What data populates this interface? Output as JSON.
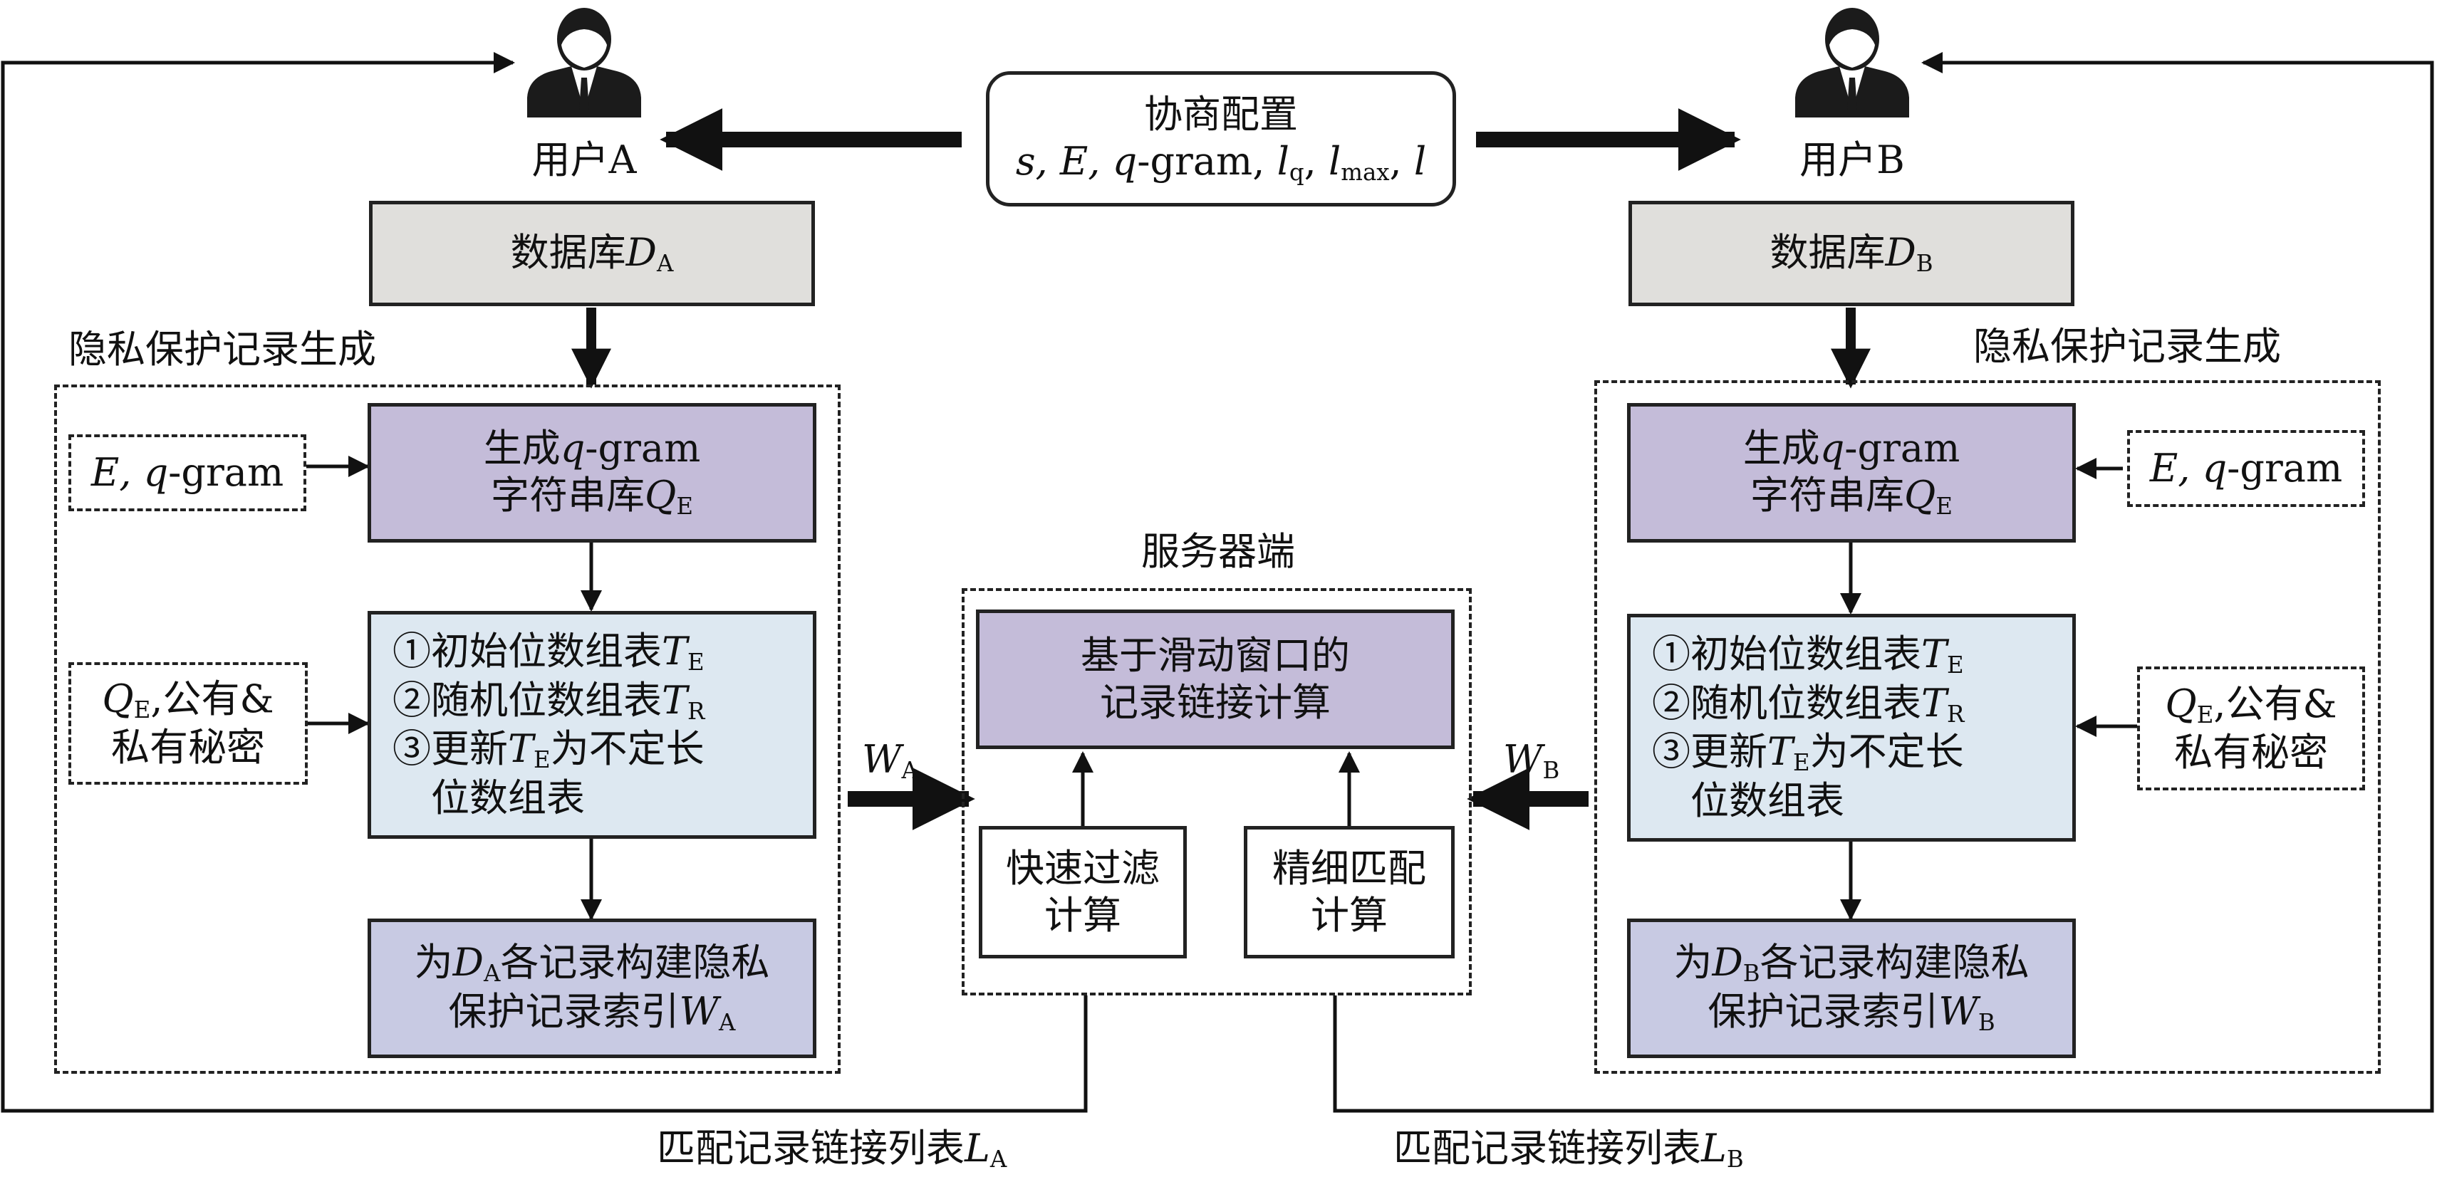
{
  "users": {
    "a": {
      "label": "用户A"
    },
    "b": {
      "label": "用户B"
    }
  },
  "negotiation": {
    "title": "协商配置",
    "params_prefix": "s, E, ",
    "params_q": "q",
    "params_mid": "-gram, ",
    "l_q": "l",
    "l_q_sub": "q",
    "l_max": "l",
    "l_max_sub": "max",
    "l_last": "l"
  },
  "side_a": {
    "database": {
      "prefix": "数据库",
      "var": "D",
      "sub": "A"
    },
    "region_title": "隐私保护记录生成",
    "input_1": {
      "var": "E,",
      "q": " q",
      "suffix": "-gram"
    },
    "gen_box": {
      "line1_prefix": "生成",
      "line1_q": "q",
      "line1_suffix": "-gram",
      "line2_prefix": "字符串库",
      "line2_var": "Q",
      "line2_sub": "E"
    },
    "input_2": {
      "var": "Q",
      "sub": "E",
      "line1_suffix": ",公有&",
      "line2": "私有秘密"
    },
    "steps": {
      "s1_prefix": "①初始位数组表",
      "s1_var": "T",
      "s1_sub": "E",
      "s2_prefix": "②随机位数组表",
      "s2_var": "T",
      "s2_sub": "R",
      "s3_prefix": "③更新",
      "s3_var": "T",
      "s3_sub": "E",
      "s3_suffix": "为不定长",
      "s4": "位数组表"
    },
    "index_box": {
      "line1_prefix": "为",
      "line1_var": "D",
      "line1_sub": "A",
      "line1_suffix": "各记录构建隐私",
      "line2_prefix": "保护记录索引",
      "line2_var": "W",
      "line2_sub": "A"
    },
    "w_label": {
      "var": "W",
      "sub": "A"
    },
    "result": {
      "prefix": "匹配记录链接列表",
      "var": "L",
      "sub": "A"
    }
  },
  "side_b": {
    "database": {
      "prefix": "数据库",
      "var": "D",
      "sub": "B"
    },
    "region_title": "隐私保护记录生成",
    "input_1": {
      "var": "E,",
      "q": " q",
      "suffix": "-gram"
    },
    "gen_box": {
      "line1_prefix": "生成",
      "line1_q": "q",
      "line1_suffix": "-gram",
      "line2_prefix": "字符串库",
      "line2_var": "Q",
      "line2_sub": "E"
    },
    "input_2": {
      "var": "Q",
      "sub": "E",
      "line1_suffix": ",公有&",
      "line2": "私有秘密"
    },
    "steps": {
      "s1_prefix": "①初始位数组表",
      "s1_var": "T",
      "s1_sub": "E",
      "s2_prefix": "②随机位数组表",
      "s2_var": "T",
      "s2_sub": "R",
      "s3_prefix": "③更新",
      "s3_var": "T",
      "s3_sub": "E",
      "s3_suffix": "为不定长",
      "s4": "位数组表"
    },
    "index_box": {
      "line1_prefix": "为",
      "line1_var": "D",
      "line1_sub": "B",
      "line1_suffix": "各记录构建隐私",
      "line2_prefix": "保护记录索引",
      "line2_var": "W",
      "line2_sub": "B"
    },
    "w_label": {
      "var": "W",
      "sub": "B"
    },
    "result": {
      "prefix": "匹配记录链接列表",
      "var": "L",
      "sub": "B"
    }
  },
  "server": {
    "title": "服务器端",
    "compute_line1": "基于滑动窗口的",
    "compute_line2": "记录链接计算",
    "fast_filter_line1": "快速过滤",
    "fast_filter_line2": "计算",
    "fine_match_line1": "精细匹配",
    "fine_match_line2": "计算"
  },
  "colors": {
    "database_fill": "#e0dfdc",
    "process_fill": "#c4bcd9",
    "index_fill": "#c8cae3",
    "steps_fill": "#dde8f1",
    "stroke": "#222222"
  }
}
